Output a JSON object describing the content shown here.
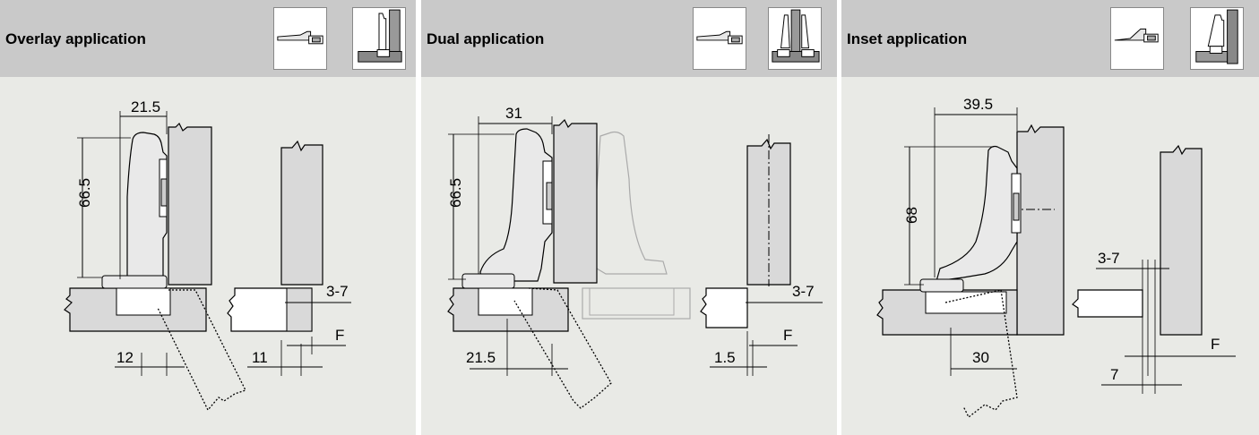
{
  "panels": [
    {
      "title": "Overlay application",
      "icons": [
        "hinge-side-view-icon",
        "overlay-door-icon"
      ],
      "dims": {
        "width_top": "21.5",
        "height": "66.5",
        "gap": "3-7",
        "bottom_left": "12",
        "bottom_right": "11",
        "f": "F"
      }
    },
    {
      "title": "Dual application",
      "icons": [
        "hinge-side-view-icon",
        "dual-door-icon"
      ],
      "dims": {
        "width_top": "31",
        "height": "66.5",
        "gap": "3-7",
        "bottom_left": "21.5",
        "bottom_right": "1.5",
        "f": "F"
      }
    },
    {
      "title": "Inset application",
      "icons": [
        "hinge-side-view-icon",
        "inset-door-icon"
      ],
      "dims": {
        "width_top": "39.5",
        "height": "68",
        "gap": "3-7",
        "bottom_left": "30",
        "bottom_right": "7",
        "f": "F"
      }
    }
  ],
  "colors": {
    "panel_bg": "#e9eae6",
    "header_bg": "#c9c9c9",
    "part_fill": "#d9d9d9",
    "line": "#000000"
  }
}
